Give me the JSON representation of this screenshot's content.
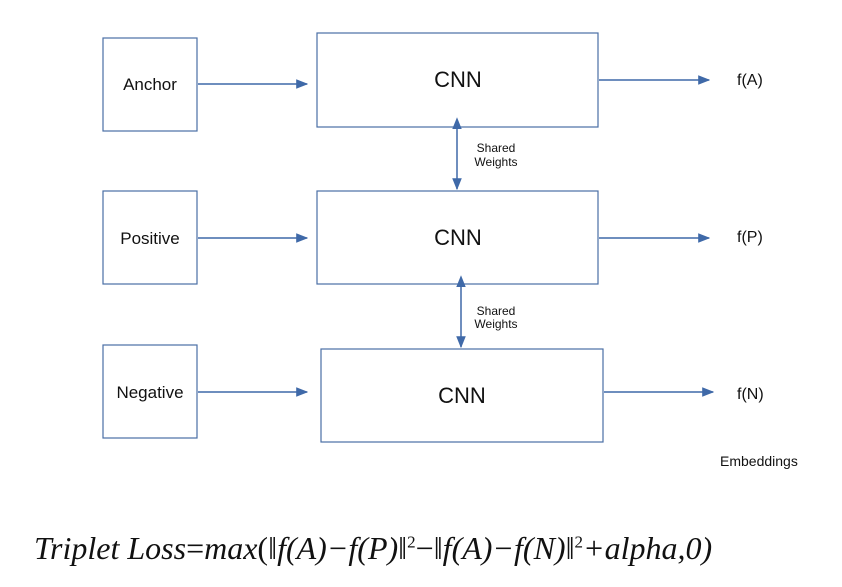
{
  "inputs": [
    {
      "label": "Anchor"
    },
    {
      "label": "Positive"
    },
    {
      "label": "Negative"
    }
  ],
  "networks": [
    {
      "label": "CNN"
    },
    {
      "label": "CNN"
    },
    {
      "label": "CNN"
    }
  ],
  "outputs": [
    {
      "label": "f(A)"
    },
    {
      "label": "f(P)"
    },
    {
      "label": "f(N)"
    }
  ],
  "shared_links": [
    {
      "line1": "Shared",
      "line2": "Weights"
    },
    {
      "line1": "Shared",
      "line2": "Weights"
    }
  ],
  "embeddings_label": "Embeddings",
  "formula": {
    "lhs": "Triplet Loss",
    "eq": "=",
    "fn": "max",
    "open": "(",
    "term1": "‖f(A)−f(P)‖",
    "sq1": "2",
    "minus": "−",
    "term2": "‖f(A)−f(N)‖",
    "sq2": "2",
    "plus": "+alpha",
    "tail": ",0)"
  },
  "colors": {
    "accent": "#3f69a8",
    "box_border": "#4a6fa5"
  }
}
